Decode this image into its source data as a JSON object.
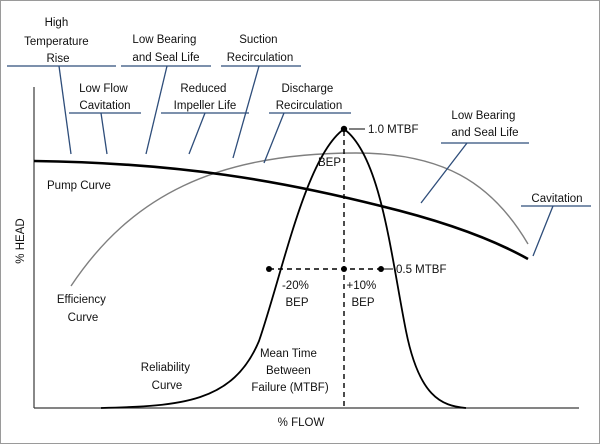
{
  "axes": {
    "x_label": "% FLOW",
    "y_label": "% HEAD"
  },
  "curves": {
    "pump": "Pump Curve",
    "efficiency": [
      "Efficiency",
      "Curve"
    ],
    "reliability": [
      "Reliability",
      "Curve"
    ],
    "mtbf": [
      "Mean Time",
      "Between",
      "Failure (MTBF)"
    ]
  },
  "markers": {
    "bep": "BEP",
    "mtbf_high": "1.0 MTBF",
    "mtbf_half": "0.5 MTBF",
    "minus_20": [
      "-20%",
      "BEP"
    ],
    "plus_10": [
      "+10%",
      "BEP"
    ]
  },
  "regions": {
    "high_temp": [
      "High",
      "Temperature",
      "Rise"
    ],
    "low_flow_cav": [
      "Low Flow",
      "Cavitation"
    ],
    "low_bearing_left": [
      "Low Bearing",
      "and Seal Life"
    ],
    "reduced_impeller": [
      "Reduced",
      "Impeller Life"
    ],
    "suction_recirc": [
      "Suction",
      "Recirculation"
    ],
    "discharge_recirc": [
      "Discharge",
      "Recirculation"
    ],
    "low_bearing_right": [
      "Low Bearing",
      "and Seal Life"
    ],
    "cavitation": "Cavitation"
  },
  "colors": {
    "curve": "#000000",
    "efficiency": "#7f7f7f",
    "leader": "#2e4d7a",
    "axis": "#3a3a3a"
  }
}
